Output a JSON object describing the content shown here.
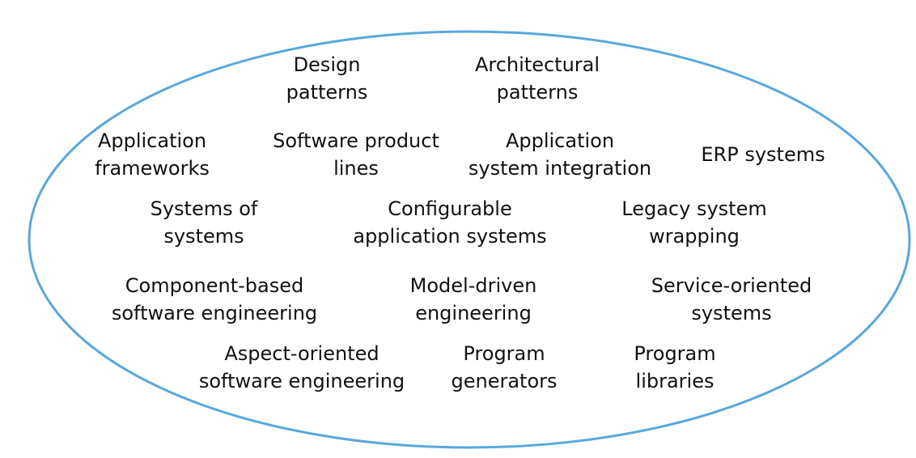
{
  "diagram": {
    "ellipse_stroke_color": "#5aa7dc",
    "text_color": "#111111",
    "items": [
      {
        "id": "design-patterns",
        "lines": [
          "Design",
          "patterns"
        ]
      },
      {
        "id": "architectural-patterns",
        "lines": [
          "Architectural",
          "patterns"
        ]
      },
      {
        "id": "application-frameworks",
        "lines": [
          "Application",
          "frameworks"
        ]
      },
      {
        "id": "software-product-lines",
        "lines": [
          "Software product",
          "lines"
        ]
      },
      {
        "id": "application-system-integration",
        "lines": [
          "Application",
          "system integration"
        ]
      },
      {
        "id": "erp-systems",
        "lines": [
          "ERP systems"
        ]
      },
      {
        "id": "systems-of-systems",
        "lines": [
          "Systems of",
          "systems"
        ]
      },
      {
        "id": "configurable-application-systems",
        "lines": [
          "Configurable",
          "application systems"
        ]
      },
      {
        "id": "legacy-system-wrapping",
        "lines": [
          "Legacy system",
          "wrapping"
        ]
      },
      {
        "id": "component-based-software-engineering",
        "lines": [
          "Component-based",
          "software engineering"
        ]
      },
      {
        "id": "model-driven-engineering",
        "lines": [
          "Model-driven",
          "engineering"
        ]
      },
      {
        "id": "service-oriented-systems",
        "lines": [
          "Service-oriented",
          "systems"
        ]
      },
      {
        "id": "aspect-oriented-software-engineering",
        "lines": [
          "Aspect-oriented",
          "software engineering"
        ]
      },
      {
        "id": "program-generators",
        "lines": [
          "Program",
          "generators"
        ]
      },
      {
        "id": "program-libraries",
        "lines": [
          "Program",
          "libraries"
        ]
      }
    ]
  }
}
